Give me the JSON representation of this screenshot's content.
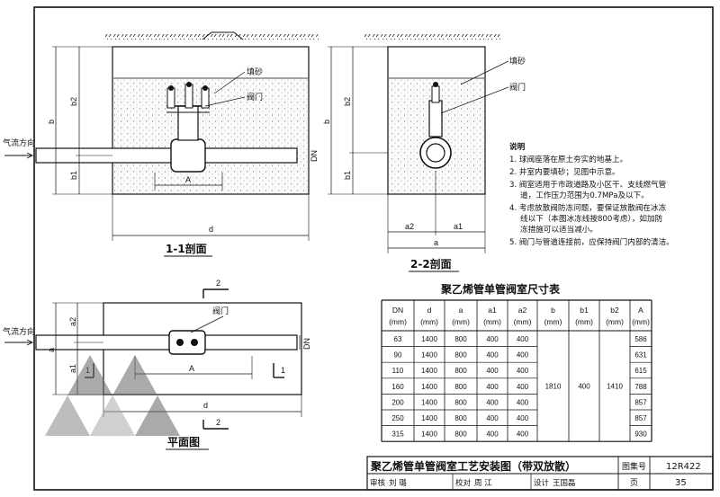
{
  "section_1_1": {
    "title": "1-1剖面",
    "flow_label": "气流方向",
    "sand_label": "填砂",
    "valve_label": "阀门",
    "dims": {
      "b": "b",
      "b1": "b1",
      "b2": "b2",
      "A": "A",
      "d": "d",
      "DN": "DN"
    }
  },
  "section_2_2": {
    "title": "2-2剖面",
    "sand_label": "填砂",
    "valve_label": "阀门",
    "dims": {
      "b": "b",
      "b1": "b1",
      "b2": "b2",
      "a": "a",
      "a1": "a1",
      "a2": "a2"
    }
  },
  "plan": {
    "title": "平面图",
    "flow_label": "气流方向",
    "valve_label": "阀门",
    "section_marks": [
      "1",
      "1",
      "2",
      "2"
    ],
    "dims": {
      "a": "a",
      "a1": "a1",
      "a2": "a2",
      "A": "A",
      "d": "d",
      "DN": "DN"
    }
  },
  "notes": {
    "heading": "说明",
    "items": [
      "1. 球阀座落在原土夯实的地基上。",
      "2. 井室内要填砂；见图中示意。",
      "3. 阀室适用于市政道路及小区干、支线燃气管",
      "道，工作压力范围为0.7MPa及以下。",
      "4. 考虑放散阀防冻问题，要保证放散阀在冰冻",
      "线以下（本图冰冻线按800考虑），如加防",
      "冻措施可以适当减小。",
      "5. 阀门与管道连接前，应保持阀门内部的清洁。"
    ]
  },
  "table": {
    "title": "聚乙烯管单管阀室尺寸表",
    "headers": [
      [
        "DN",
        "(mm)"
      ],
      [
        "d",
        "(mm)"
      ],
      [
        "a",
        "(mm)"
      ],
      [
        "a1",
        "(mm)"
      ],
      [
        "a2",
        "(mm)"
      ],
      [
        "b",
        "(mm)"
      ],
      [
        "b1",
        "(mm)"
      ],
      [
        "b2",
        "(mm)"
      ],
      [
        "A",
        "(mm)"
      ]
    ],
    "rows": [
      [
        "63",
        "1400",
        "800",
        "400",
        "400",
        "586"
      ],
      [
        "90",
        "1400",
        "800",
        "400",
        "400",
        "631"
      ],
      [
        "110",
        "1400",
        "800",
        "400",
        "400",
        "615"
      ],
      [
        "160",
        "1400",
        "800",
        "400",
        "400",
        "788"
      ],
      [
        "200",
        "1400",
        "800",
        "400",
        "400",
        "857"
      ],
      [
        "250",
        "1400",
        "800",
        "400",
        "400",
        "857"
      ],
      [
        "315",
        "1400",
        "800",
        "400",
        "400",
        "930"
      ]
    ],
    "merged": {
      "b": "1810",
      "b1": "400",
      "b2": "1410"
    }
  },
  "title_block": {
    "drawing_title": "聚乙烯管单管阀室工艺安装图（带双放散）",
    "atlas_label": "图集号",
    "atlas_no": "12R422",
    "review_label": "审核",
    "reviewer": "刘  璐",
    "check_label": "校对",
    "checker": "周  江",
    "design_label": "设计",
    "designer": "王国磊",
    "page_label": "页",
    "page_no": "35"
  }
}
